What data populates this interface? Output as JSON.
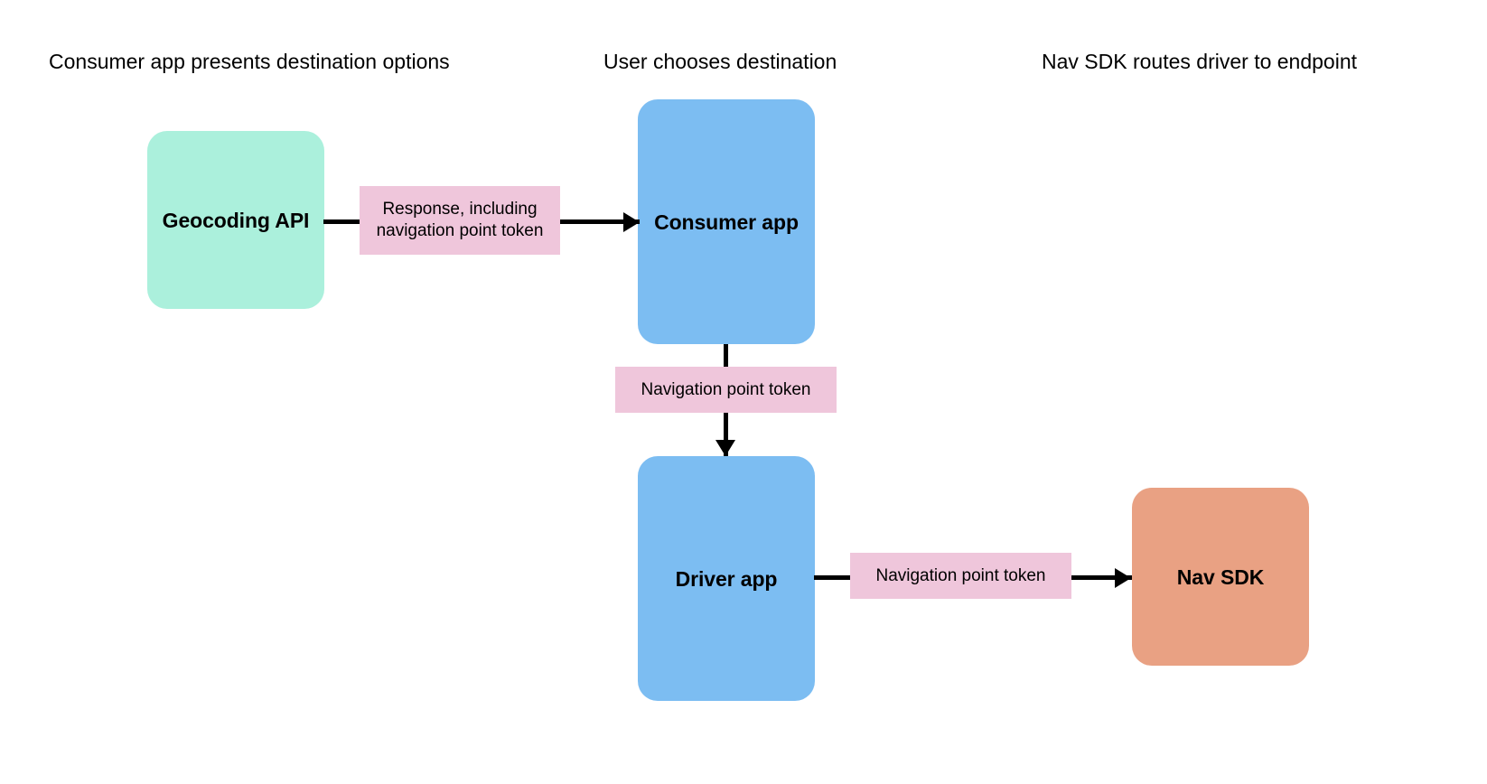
{
  "diagram": {
    "title_columns": [
      {
        "id": "col-consumer",
        "label": "Consumer app presents destination options"
      },
      {
        "id": "col-user",
        "label": "User chooses destination"
      },
      {
        "id": "col-navsdk",
        "label": "Nav SDK routes driver to endpoint"
      }
    ],
    "nodes": [
      {
        "id": "geocoding-api",
        "label": "Geocoding API",
        "color": "#abf0dc"
      },
      {
        "id": "consumer-app",
        "label": "Consumer app",
        "color": "#7cbdf2"
      },
      {
        "id": "driver-app",
        "label": "Driver app",
        "color": "#7cbdf2"
      },
      {
        "id": "nav-sdk",
        "label": "Nav SDK",
        "color": "#e9a183"
      }
    ],
    "edges": [
      {
        "id": "geocoding-to-consumer",
        "from": "geocoding-api",
        "to": "consumer-app",
        "label": "Response, including navigation point token",
        "label_color": "#efc6db",
        "direction": "right"
      },
      {
        "id": "consumer-to-driver",
        "from": "consumer-app",
        "to": "driver-app",
        "label": "Navigation point token",
        "label_color": "#efc6db",
        "direction": "down"
      },
      {
        "id": "driver-to-navsdk",
        "from": "driver-app",
        "to": "nav-sdk",
        "label": "Navigation point token",
        "label_color": "#efc6db",
        "direction": "right"
      }
    ],
    "colors": {
      "background": "#ffffff",
      "stroke": "#000000",
      "mint": "#abf0dc",
      "blue": "#7cbdf2",
      "salmon": "#e9a183",
      "pink": "#efc6db"
    }
  }
}
